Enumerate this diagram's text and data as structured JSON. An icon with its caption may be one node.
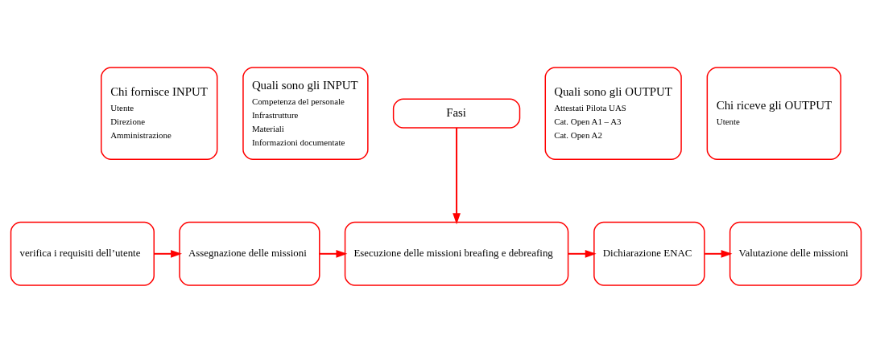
{
  "diagram": {
    "nodes": [
      {
        "text": [
          "Chi fornisce INPUT",
          "Utente",
          "Direzione",
          "Amministrazione"
        ]
      },
      {
        "text": [
          "Quali sono gli INPUT",
          "Competenza del personale",
          "Infrastrutture",
          "Materiali",
          "Informazioni documentate"
        ]
      },
      {
        "text": [
          "Fasi"
        ]
      },
      {
        "text": [
          "Quali sono gli OUTPUT",
          "Attestati Pilota UAS",
          "Cat. Open A1 – A3",
          "Cat. Open A2"
        ]
      },
      {
        "text": [
          "Chi riceve gli OUTPUT",
          "Utente"
        ]
      },
      {
        "text": [
          "verifica i requisiti dell’utente"
        ]
      },
      {
        "text": [
          "Assegnazione delle missioni"
        ]
      },
      {
        "text": [
          "Esecuzione delle missioni breafing e debreafing"
        ]
      },
      {
        "text": [
          "Dichiarazione ENAC"
        ]
      },
      {
        "text": [
          "Valutazione delle missioni"
        ]
      }
    ],
    "edges": [
      {
        "from": 2,
        "to": 7,
        "arrow": "to"
      },
      {
        "from": 5,
        "to": 6,
        "arrow": "to"
      },
      {
        "from": 6,
        "to": 7,
        "arrow": "to"
      },
      {
        "from": 7,
        "to": 8,
        "arrow": "to"
      },
      {
        "from": 8,
        "to": 9,
        "arrow": "to"
      }
    ]
  }
}
